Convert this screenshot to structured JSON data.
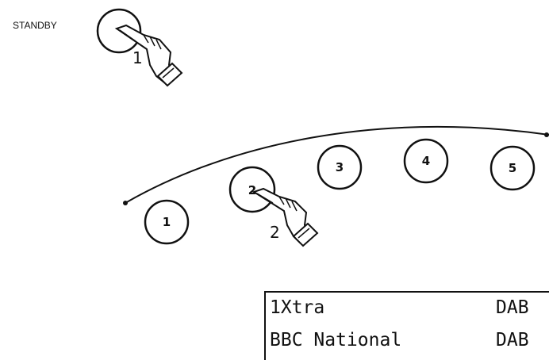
{
  "standby": {
    "label": "STANDBY",
    "step": "1"
  },
  "presets": [
    {
      "label": "1"
    },
    {
      "label": "2"
    },
    {
      "label": "3"
    },
    {
      "label": "4"
    },
    {
      "label": "5"
    }
  ],
  "press_step": "2",
  "display": {
    "line1": {
      "station": "1Xtra",
      "band": "DAB"
    },
    "line2": {
      "station": "BBC National",
      "band": "DAB"
    }
  }
}
